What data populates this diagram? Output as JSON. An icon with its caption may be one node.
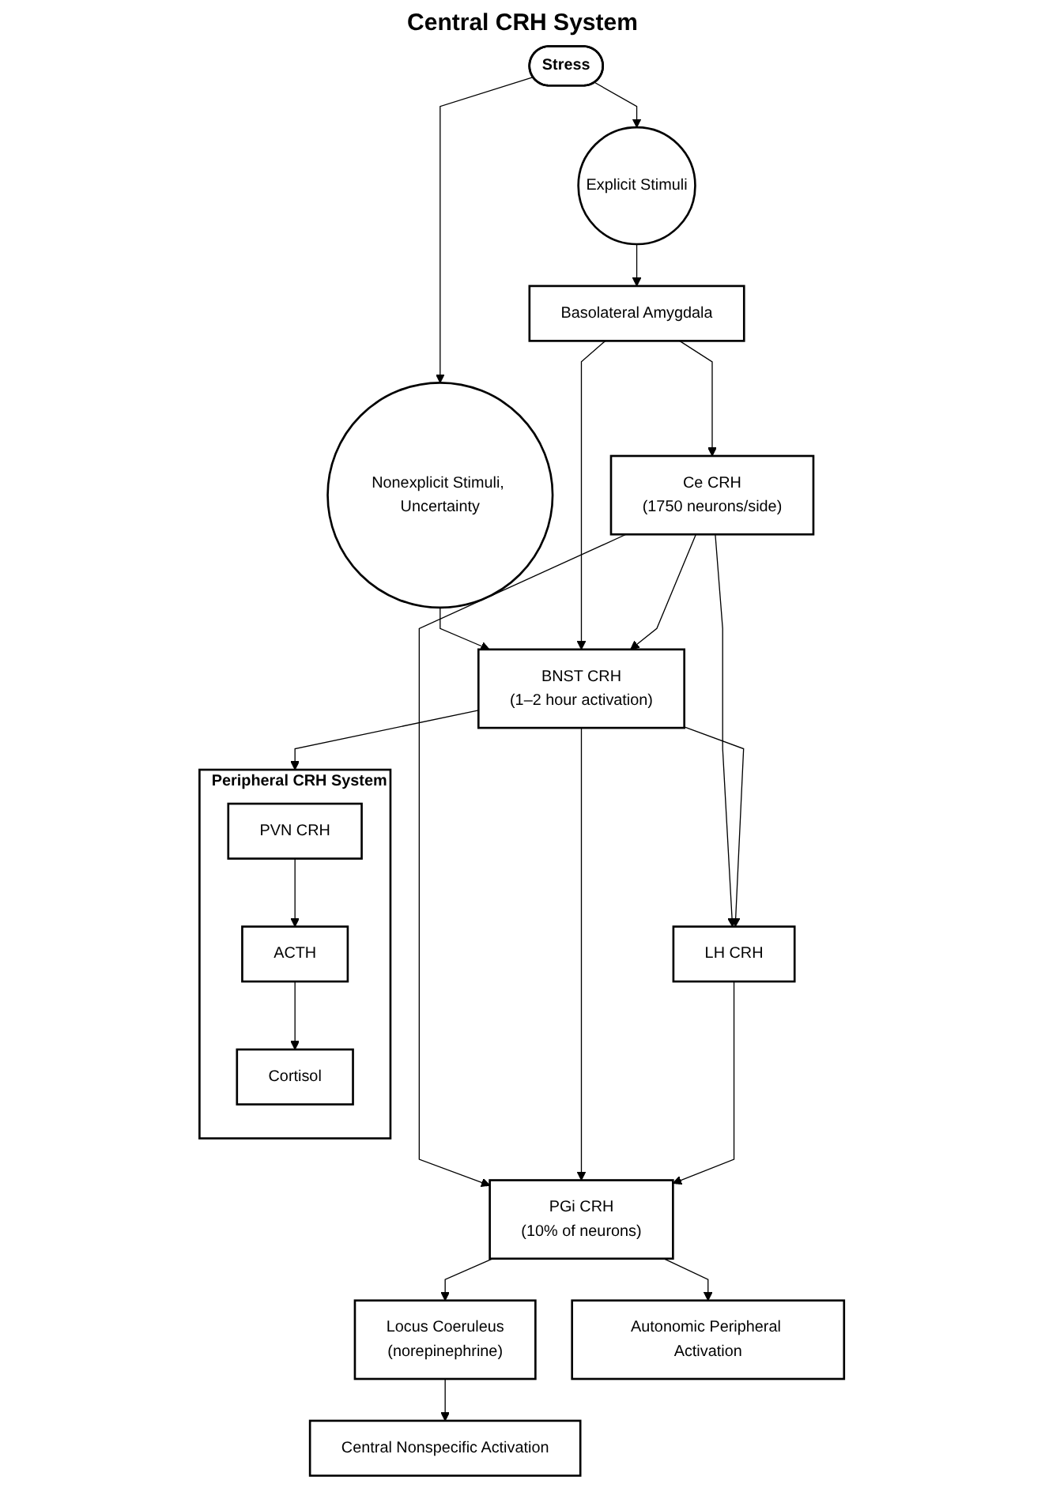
{
  "diagram": {
    "nodes": [
      {
        "text": [
          "Stress"
        ]
      },
      {
        "text": [
          "Explicit Stimuli"
        ]
      },
      {
        "text": [
          "Nonexplicit Stimuli, Uncertainty"
        ]
      },
      {
        "text": [
          "Basolateral Amygdala"
        ]
      },
      {
        "text": [
          "BNST CRH",
          "(1–2 hour activation)"
        ]
      },
      {
        "text": [
          "Peripheral CRH System"
        ]
      },
      {
        "text": [
          "PVN CRH"
        ],
        "in": 5
      },
      {
        "text": [
          "ACTH"
        ],
        "in": 5
      },
      {
        "text": [
          "Cortisol"
        ],
        "in": 5
      },
      {
        "text": [
          "Ce CRH",
          "(1750 neurons/side)"
        ]
      },
      {
        "text": [
          "LH CRH"
        ]
      },
      {
        "text": [
          "PGi CRH",
          "(10% of neurons)"
        ]
      },
      {
        "text": [
          "Locus Coeruleus",
          "(norepinephrine)"
        ]
      },
      {
        "text": [
          "Autonomic Peripheral Activation"
        ]
      },
      {
        "text": [
          "Central Nonspecific Activation"
        ]
      }
    ],
    "edges": [
      {
        "from": 0,
        "to": 1,
        "arrow": "to"
      },
      {
        "from": 0,
        "to": 2,
        "arrow": "to"
      },
      {
        "from": 1,
        "to": 3,
        "arrow": "to"
      },
      {
        "from": 2,
        "to": 4,
        "arrow": "to"
      },
      {
        "from": 3,
        "to": 4,
        "arrow": "to"
      },
      {
        "from": 3,
        "to": 9,
        "arrow": "to"
      },
      {
        "from": 9,
        "to": 4,
        "arrow": "to"
      },
      {
        "from": 4,
        "to": 5,
        "arrow": "to"
      },
      {
        "from": 6,
        "to": 7,
        "arrow": "to"
      },
      {
        "from": 7,
        "to": 8,
        "arrow": "to"
      },
      {
        "from": 9,
        "to": 10,
        "arrow": "to"
      },
      {
        "from": 9,
        "to": 11,
        "arrow": "to"
      },
      {
        "from": 4,
        "to": 10,
        "arrow": "to"
      },
      {
        "from": 4,
        "to": 11,
        "arrow": "to"
      },
      {
        "from": 10,
        "to": 11,
        "arrow": "to"
      },
      {
        "from": 11,
        "to": 12,
        "arrow": "to"
      },
      {
        "from": 11,
        "to": 13,
        "arrow": "to"
      },
      {
        "from": 12,
        "to": 14,
        "arrow": "to"
      }
    ],
    "labels": [
      "Central CRH System"
    ]
  }
}
